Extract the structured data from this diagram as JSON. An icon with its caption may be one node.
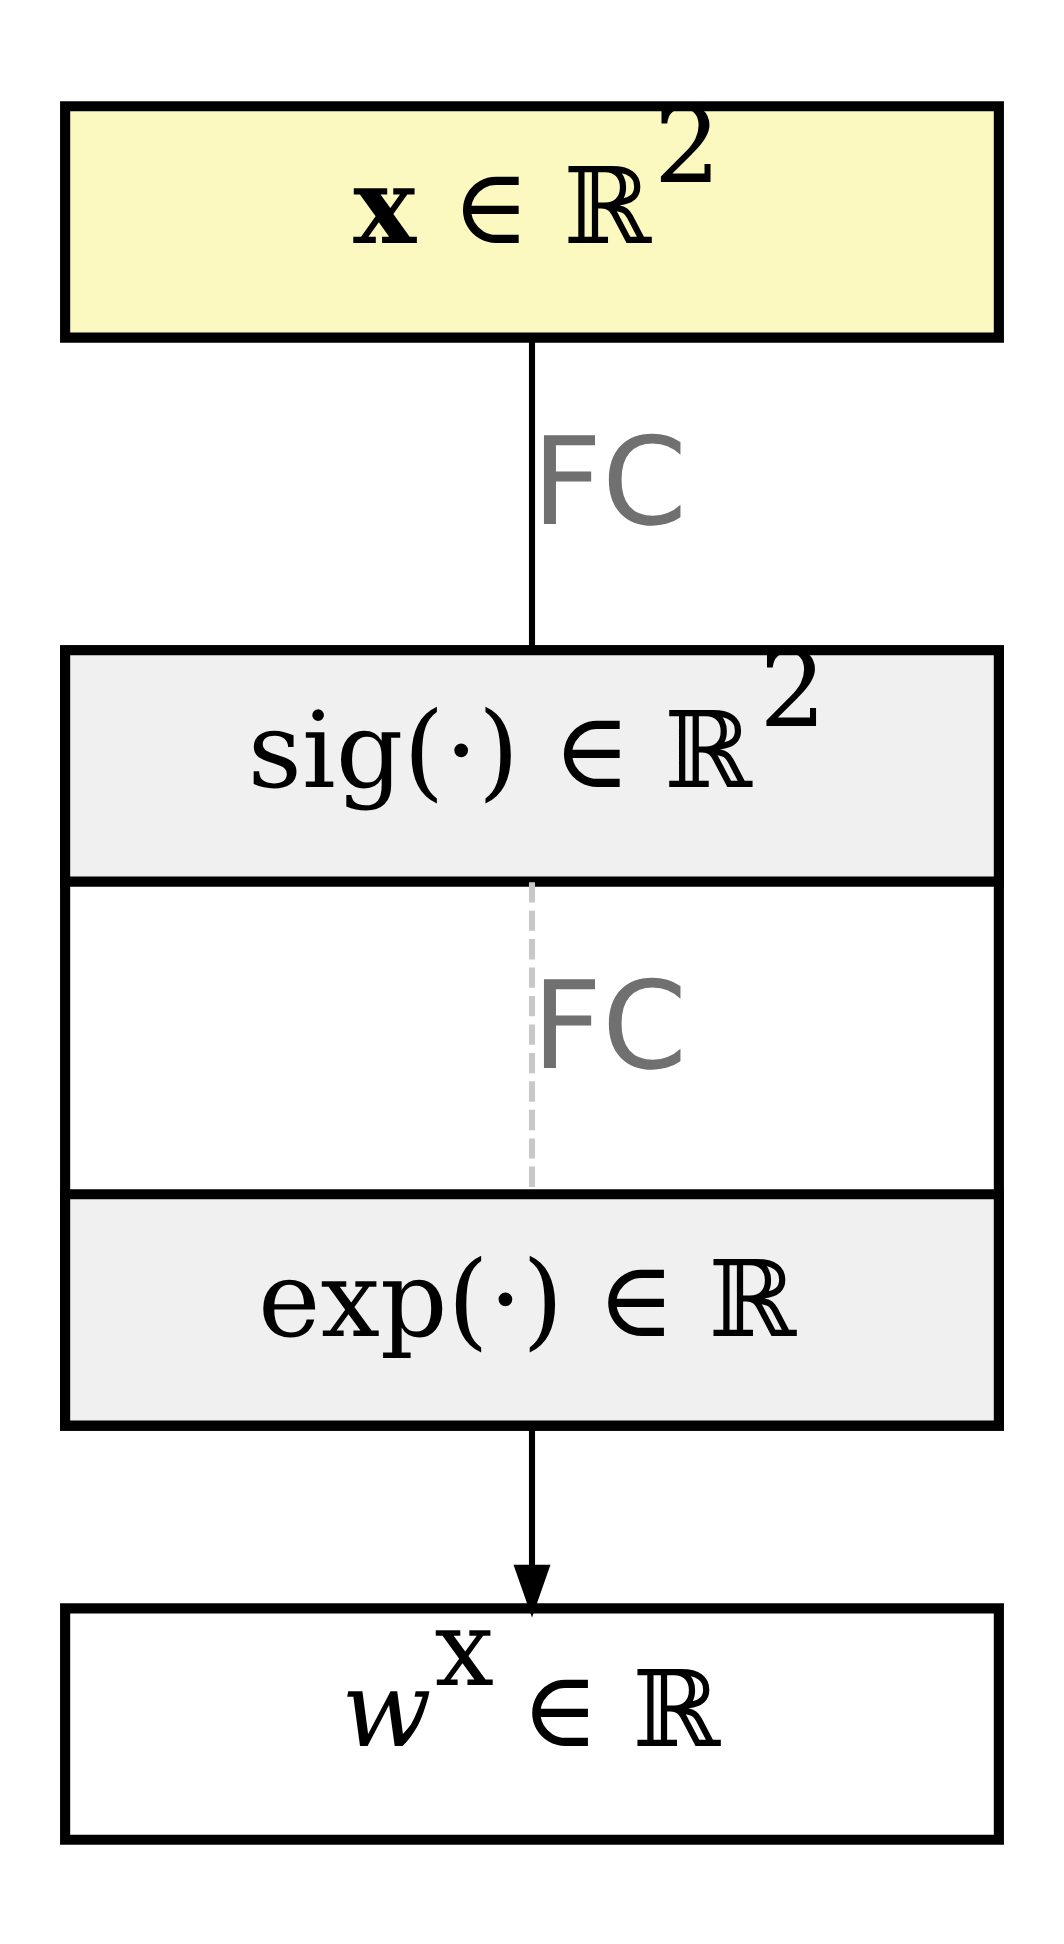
{
  "diagram": {
    "nodes": [
      {
        "text": [
          "**x** ∈ ℝ$^{2}$"
        ]
      },
      {
        "text": [],
        "shape": "box"
      },
      {
        "text": [
          "sig(·) ∈ ℝ$^{2}$"
        ],
        "in": 1
      },
      {
        "text": [
          "exp(·) ∈ ℝ"
        ],
        "in": 1
      },
      {
        "text": [
          "*w*$^{x}$ ∈ ℝ"
        ]
      }
    ],
    "edges": [
      {
        "from": 0,
        "to": 2,
        "arrow": "none",
        "label": "FC"
      },
      {
        "from": 2,
        "to": 3,
        "arrow": "none",
        "label": "FC",
        "style": "dashed",
        "color": "#c8c8c8"
      },
      {
        "from": 3,
        "to": 4,
        "arrow": "to"
      }
    ]
  }
}
